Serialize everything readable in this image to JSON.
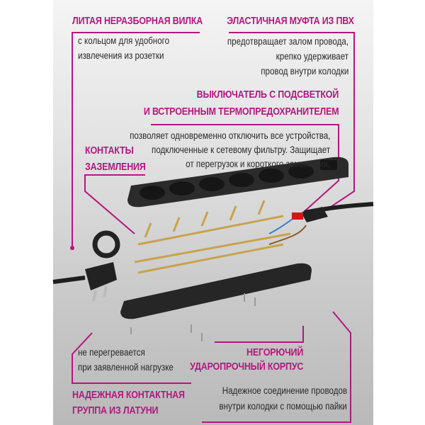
{
  "colors": {
    "accent": "#b5177f",
    "text": "#2a2a2a",
    "product": "#2b2b2b",
    "brass": "#c9a24a"
  },
  "callouts": {
    "plug": {
      "title": "ЛИТАЯ НЕРАЗБОРНАЯ ВИЛКА",
      "lines": [
        "с кольцом для удобного",
        "извлечения из розетки"
      ]
    },
    "sleeve": {
      "title": "ЭЛАСТИЧНАЯ МУФТА ИЗ ПВХ",
      "lines": [
        "предотвращает залом провода,",
        "крепко удерживает",
        "провод внутри колодки"
      ]
    },
    "switch": {
      "title": [
        "ВЫКЛЮЧАТЕЛЬ С ПОДСВЕТКОЙ",
        "И ВСТРОЕННЫМ ТЕРМОПРЕДОХРАНИТЕЛЕМ"
      ],
      "lines": [
        "позволяет одновременно отключить все устройства,",
        "подключенные к сетевому фильтру. Защищает",
        "от перегрузок и короткого замыкания."
      ]
    },
    "ground": {
      "title": [
        "КОНТАКТЫ",
        "ЗАЗЕМЛЕНИЯ"
      ]
    },
    "brass": {
      "lines": [
        "не перегревается",
        "при заявленной нагрузке"
      ],
      "title": [
        "НАДЕЖНАЯ КОНТАКТНАЯ",
        "ГРУППА ИЗ ЛАТУНИ"
      ]
    },
    "housing": {
      "title": [
        "НЕГОРЮЧИЙ",
        "УДАРОПРОЧНЫЙ КОРПУС"
      ]
    },
    "solder": {
      "lines": [
        "Надежное соединение проводов",
        "внутри колодки с помощью пайки"
      ]
    }
  }
}
